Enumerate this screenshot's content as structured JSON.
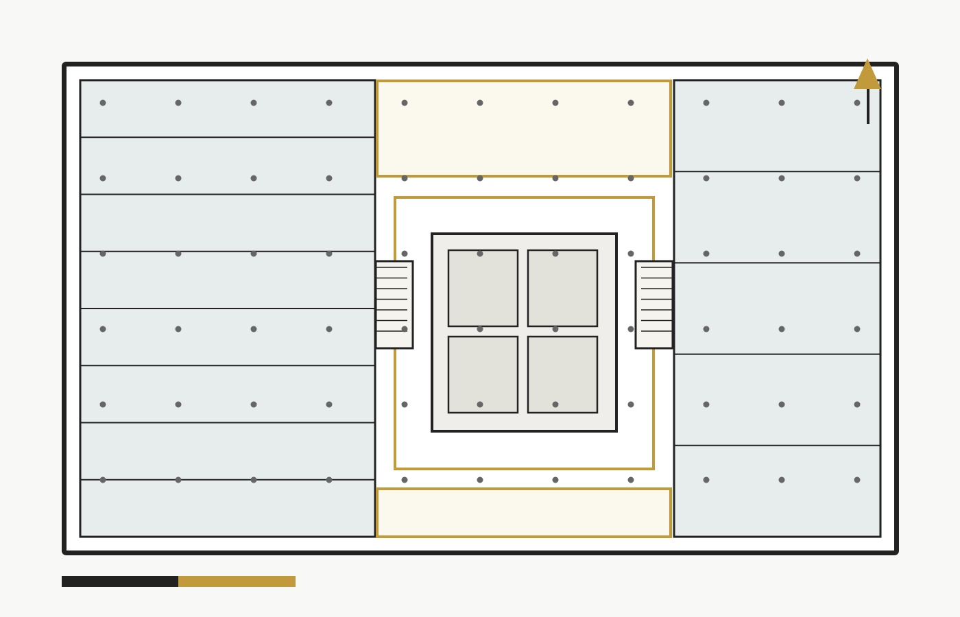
{
  "colors": {
    "background": "#f8f8f6",
    "wall": "#222222",
    "accent": "#c19a3b",
    "office": "#e7eded",
    "accent_fill": "#fbf9ee",
    "core": "#efeeea",
    "core_room": "#e2e1da",
    "stair": "#f6f4ef",
    "column": "#666666",
    "white": "#ffffff"
  },
  "icons": {
    "north_arrow": "north-arrow-icon",
    "scale_bar": "scale-bar-icon",
    "column": "column-dot"
  },
  "plan": {
    "left_wing_units": 8,
    "right_wing_units": 5,
    "core_rooms": 4,
    "stairs": 2,
    "column_grid": {
      "cols": 11,
      "rows": 6
    }
  }
}
